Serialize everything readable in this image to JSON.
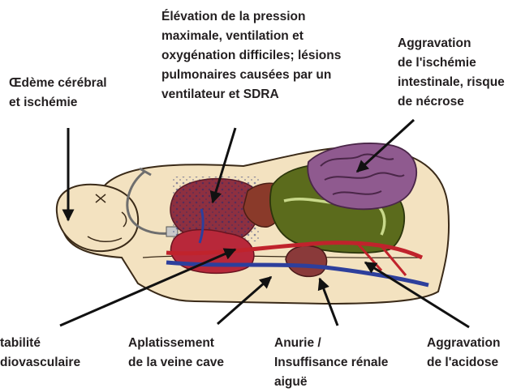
{
  "labels": {
    "pression": [
      "Élévation de la pression",
      "maximale, ventilation et",
      "oxygénation difficiles; lésions",
      "pulmonaires causées par un",
      "ventilateur et SDRA"
    ],
    "oedeme": [
      "Œdème cérébral",
      "et ischémie"
    ],
    "ischemie": [
      "Aggravation",
      "de l'ischémie",
      "intestinale, risque",
      "de nécrose"
    ],
    "instabilite": [
      "tabilité",
      "diovasculaire"
    ],
    "veine_cave": [
      "Aplatissement",
      "de la veine cave"
    ],
    "anurie": [
      "Anurie /",
      "Insuffisance rénale",
      "aiguë"
    ],
    "acidose": [
      "Aggravation",
      "de l'acidose"
    ]
  },
  "colors": {
    "text": "#231f20",
    "skin": "#f3e2c0",
    "skin_outline": "#3a2a18",
    "heart": "#b8283a",
    "lung": "#8e3040",
    "intestine_large": "#5b6b1c",
    "intestine_small": "#8f5a8f",
    "vein": "#2d3f9c",
    "artery": "#c0232c",
    "kidney": "#8a3a3a",
    "arrow": "#111111"
  },
  "icons": {
    "breathing_tube": "tube-icon",
    "arrow": "arrow-icon"
  }
}
